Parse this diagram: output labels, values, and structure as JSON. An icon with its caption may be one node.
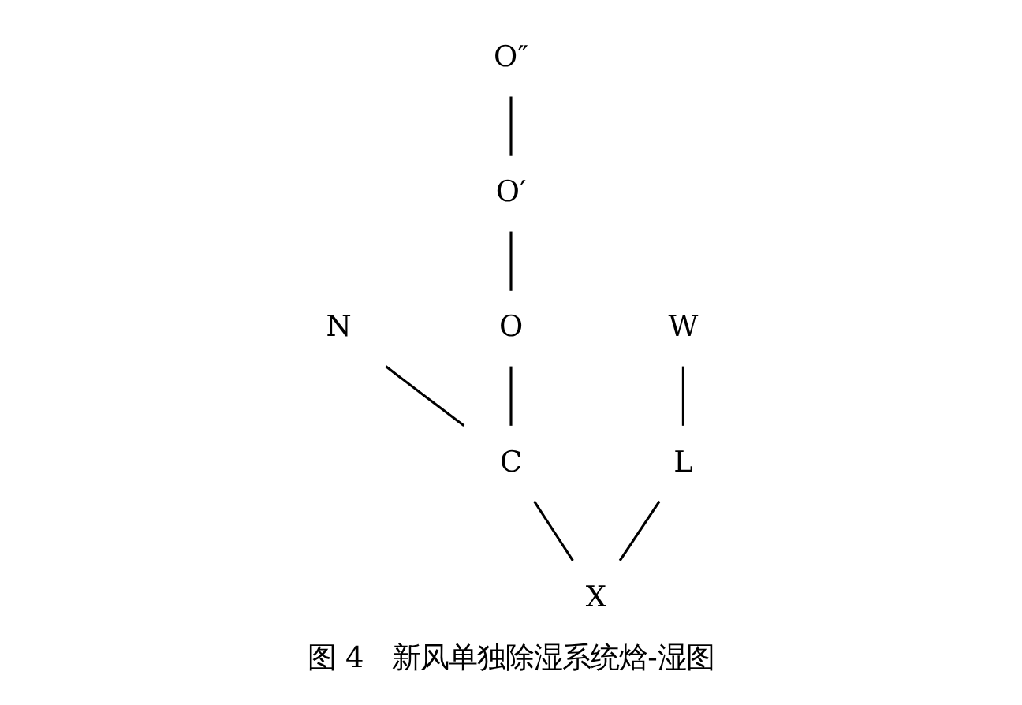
{
  "diagram": {
    "caption": "图 4　新风单独除湿系统焓-湿图",
    "nodes": [
      {
        "text": [
          "W"
        ]
      },
      {
        "text": [
          "N"
        ]
      },
      {
        "text": [
          "C"
        ]
      },
      {
        "text": [
          "O″"
        ]
      },
      {
        "text": [
          "O"
        ]
      },
      {
        "text": [
          "O′"
        ]
      },
      {
        "text": [
          "X"
        ]
      },
      {
        "text": [
          "L"
        ]
      }
    ],
    "edges": [
      {
        "from": 7,
        "to": 0,
        "arrow": "none"
      },
      {
        "from": 6,
        "to": 7,
        "arrow": "none"
      },
      {
        "from": 6,
        "to": 2,
        "arrow": "none"
      },
      {
        "from": 2,
        "to": 1,
        "arrow": "none"
      },
      {
        "from": 2,
        "to": 4,
        "arrow": "none"
      },
      {
        "from": 4,
        "to": 5,
        "arrow": "none"
      },
      {
        "from": 5,
        "to": 3,
        "arrow": "none"
      }
    ]
  }
}
